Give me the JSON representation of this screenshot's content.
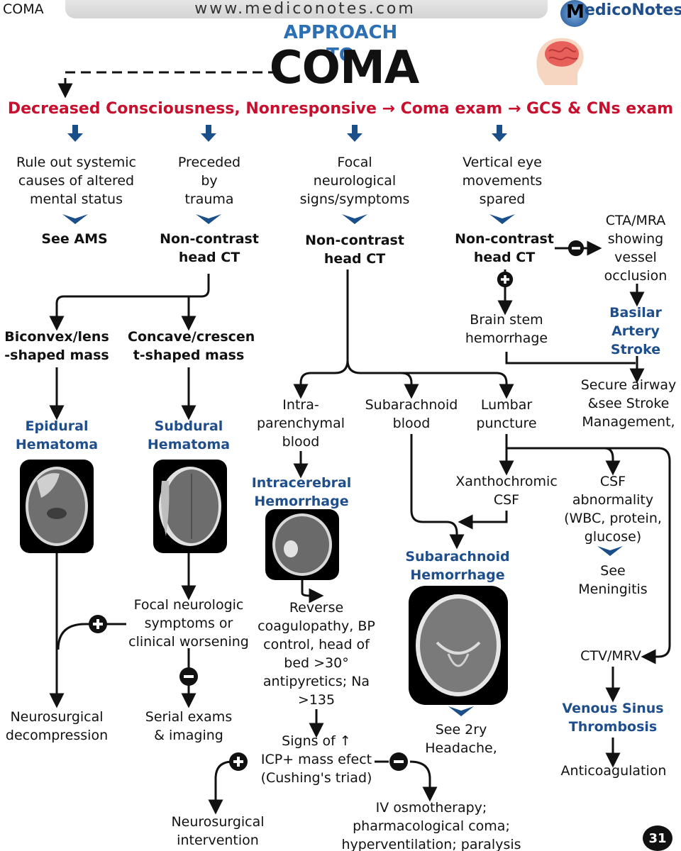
{
  "header": {
    "corner_label": "COMA",
    "url": "www.mediconotes.com",
    "brand_logo_letter": "M",
    "brand_text": "edicoNotes"
  },
  "title": {
    "line1": "APPROACH TO",
    "line2": "COMA"
  },
  "headline": "Decreased Consciousness, Nonresponsive → Coma exam → GCS & CNs exam",
  "col1": {
    "cause": "Rule out systemic\ncauses of altered\nmental status",
    "action": "See AMS"
  },
  "col2": {
    "cause": "Preceded\nby\ntrauma",
    "action": "Non-contrast\nhead CT",
    "left_finding": "Biconvex/lens\n-shaped mass",
    "right_finding": "Concave/crescen\nt-shaped mass",
    "epidural": "Epidural\nHematoma",
    "subdural": "Subdural\nHematoma",
    "focal_worsening": "Focal neurologic\nsymptoms or\nclinical worsening",
    "neurosurgical_decompression": "Neurosurgical\ndecompression",
    "serial_exams": "Serial exams\n& imaging"
  },
  "col3": {
    "cause": "Focal\nneurological\nsigns/symptoms",
    "action": "Non-contrast\nhead CT",
    "intraparenchymal": "Intra-\nparenchymal\nblood",
    "subarachnoid_blood": "Subarachnoid\nblood",
    "lumbar_puncture": "Lumbar\npuncture",
    "intracerebral": "Intracerebral\nHemorrhage",
    "reverse": "Reverse\ncoagulopathy, BP\ncontrol, head of\nbed >30°\nantipyretics; Na\n>135",
    "signs_icp": "Signs of ↑\nICP+ mass efect\n(Cushing's triad)",
    "neurosurgical_intervention": "Neurosurgical\nintervention",
    "iv_osmotherapy": "IV osmotherapy;\npharmacological coma;\nhyperventilation; paralysis",
    "xanthochromic": "Xanthochromic\nCSF",
    "sah": "Subarachnoid\nHemorrhage",
    "see_headache": "See 2ry\nHeadache,",
    "csf_abnormality": "CSF\nabnormality\n(WBC, protein,\nglucose)",
    "see_meningitis": "See\nMeningitis",
    "ctv_mrv": "CTV/MRV",
    "vst": "Venous Sinus\nThrombosis",
    "anticoag": "Anticoagulation"
  },
  "col4": {
    "cause": "Vertical eye\nmovements\nspared",
    "action": "Non-contrast\nhead CT",
    "cta": "CTA/MRA\nshowing\nvessel\nocclusion",
    "basilar": "Basilar\nArtery\nStroke",
    "brainstem": "Brain stem\nhemorrhage",
    "secure": "Secure airway\n&see Stroke\nManagement,"
  },
  "page_number": "31",
  "colors": {
    "headline_red": "#c8102e",
    "diagnosis_blue": "#1f4e8c",
    "arrow_blue": "#1b4f8a"
  }
}
